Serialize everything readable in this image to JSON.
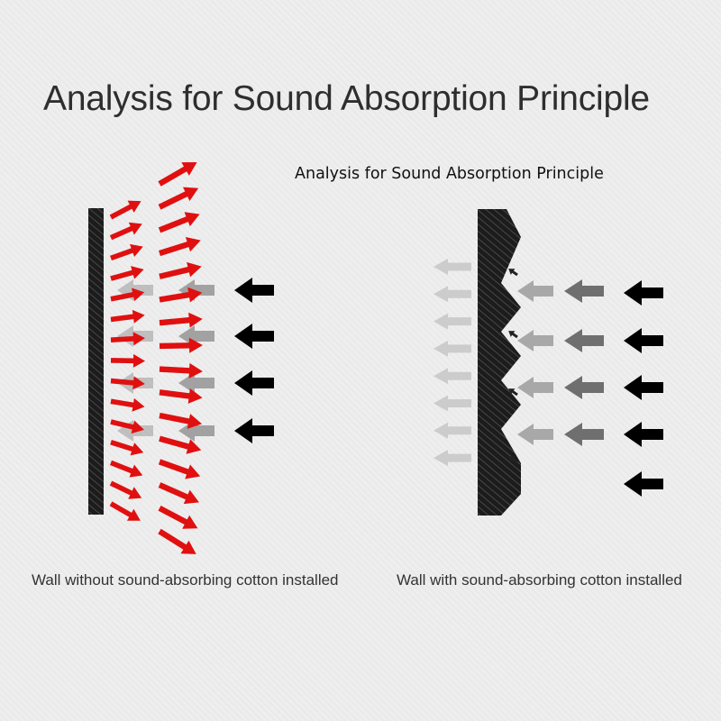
{
  "header": {
    "title": "Analysis for Sound Absorption Principle",
    "subtitle": "Analysis for Sound Absorption Principle"
  },
  "panels": {
    "left_caption": "Wall without sound-absorbing cotton installed",
    "right_caption": "Wall with sound-absorbing cotton installed"
  },
  "colors": {
    "reflected": "#e01010",
    "incident": "#000000",
    "faded_incident": "#888888",
    "transmitted": "#cccccc",
    "wall": "#1c1c1c"
  }
}
